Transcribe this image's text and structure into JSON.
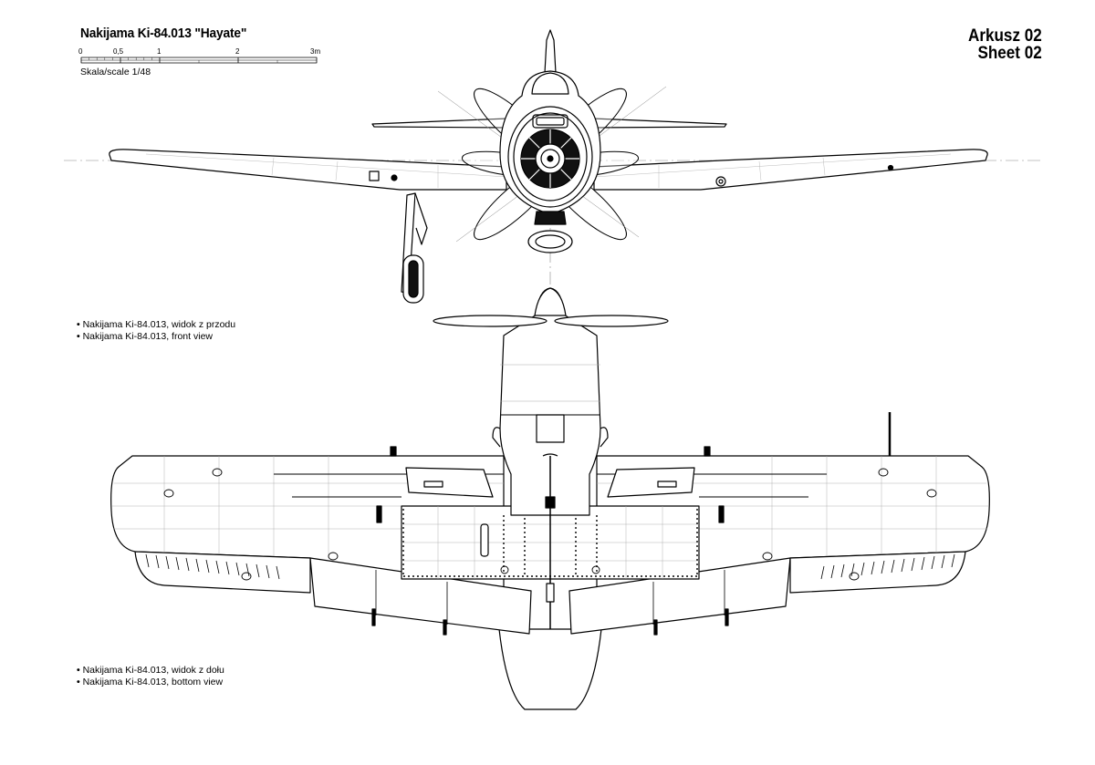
{
  "header": {
    "title": "Nakijama Ki-84.013 \"Hayate\"",
    "sheet_pl": "Arkusz 02",
    "sheet_en": "Sheet 02"
  },
  "scale_bar": {
    "ticks": [
      "0",
      "0,5",
      "1",
      "2",
      "3m"
    ],
    "caption": "Skala/scale 1/48"
  },
  "captions": {
    "front_pl": "Nakijama Ki-84.013, widok z przodu",
    "front_en": "Nakijama Ki-84.013, front view",
    "bottom_pl": "Nakijama Ki-84.013, widok z dołu",
    "bottom_en": "Nakijama Ki-84.013, bottom view"
  },
  "colors": {
    "ink": "#000000",
    "fine_line": "#9a9a9a",
    "paper": "#ffffff"
  }
}
